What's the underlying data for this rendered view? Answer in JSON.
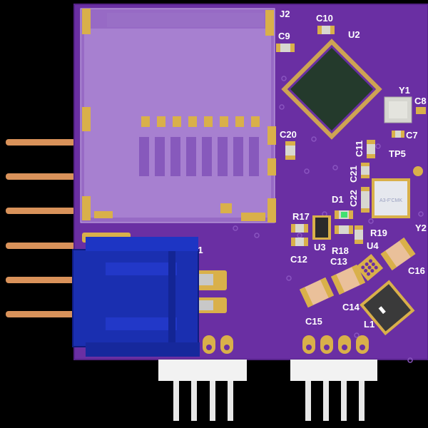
{
  "board": {
    "colors": {
      "background": "#000000",
      "pcb": "#6a2fa3",
      "pcb_edge": "#5a2590",
      "pad_gold": "#d9b04a",
      "pin_copper": "#d9925a",
      "connector_blue": "#1a2fb0",
      "header_white": "#f2f2f2",
      "ic_dark": "#243a2c",
      "silkscreen": "#ffffff"
    },
    "labels": {
      "j2": "J2",
      "c10": "C10",
      "c9": "C9",
      "u2": "U2",
      "y1": "Y1",
      "c8": "C8",
      "c7": "C7",
      "c20": "C20",
      "c11": "C11",
      "tp5": "TP5",
      "c21": "C21",
      "c22": "C22",
      "d1": "D1",
      "r17": "R17",
      "y2": "Y2",
      "r19": "R19",
      "u4": "U4",
      "u3": "U3",
      "r18": "R18",
      "c12": "C12",
      "c13": "C13",
      "b1": "B1",
      "c16": "C16",
      "c14": "C14",
      "c15": "C15",
      "l1": "L1"
    },
    "y2_marking": "A3-F'CMK"
  }
}
